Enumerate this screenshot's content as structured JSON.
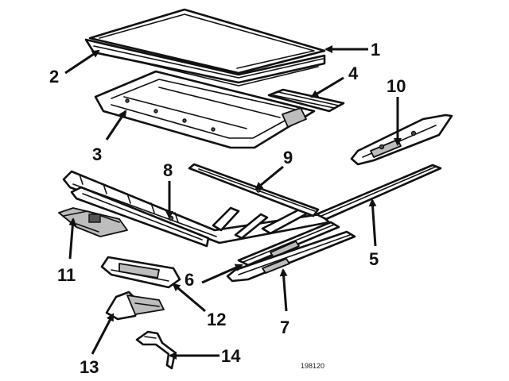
{
  "callouts": {
    "c1": "1",
    "c2": "2",
    "c3": "3",
    "c4": "4",
    "c5": "5",
    "c6": "6",
    "c7": "7",
    "c8": "8",
    "c9": "9",
    "c10": "10",
    "c11": "11",
    "c12": "12",
    "c13": "13",
    "c14": "14"
  },
  "reference_number": "198120"
}
